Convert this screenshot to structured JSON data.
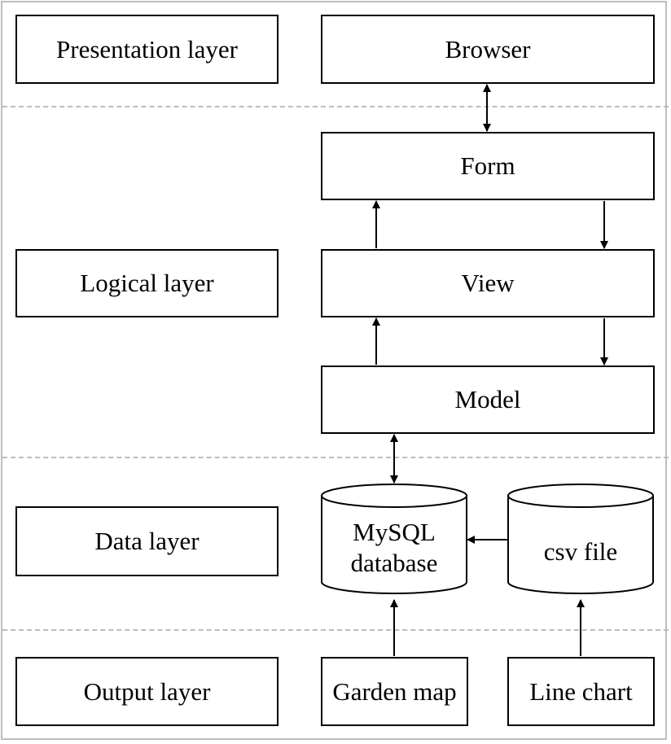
{
  "layers": {
    "presentation": "Presentation layer",
    "logical": "Logical layer",
    "data": "Data layer",
    "output": "Output layer"
  },
  "components": {
    "browser": "Browser",
    "form": "Form",
    "view": "View",
    "model": "Model",
    "mysql_line1": "MySQL",
    "mysql_line2": "database",
    "csv": "csv file",
    "garden_map": "Garden map",
    "line_chart": "Line chart"
  }
}
